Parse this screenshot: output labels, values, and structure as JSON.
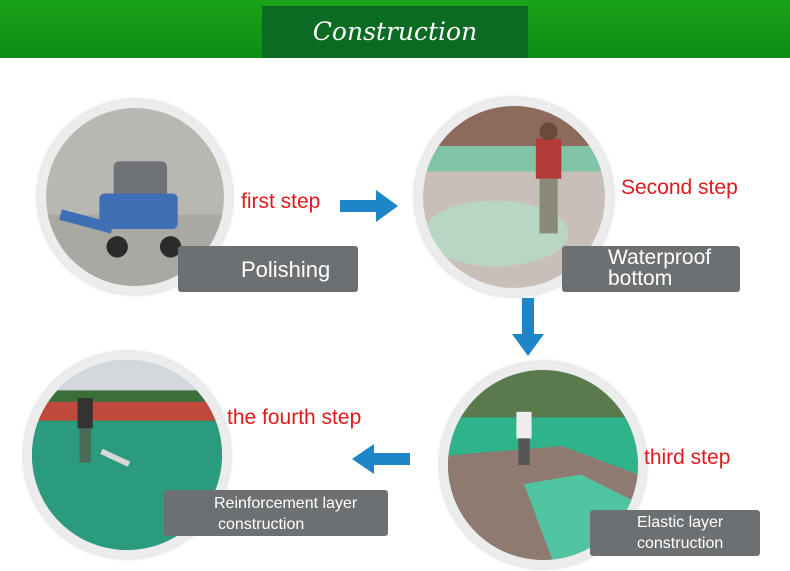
{
  "header": {
    "title": "Construction process"
  },
  "steps": [
    {
      "label": "first step",
      "caption_lines": [
        "Polishing"
      ]
    },
    {
      "label": "Second step",
      "caption_lines": [
        "Waterproof",
        "bottom"
      ]
    },
    {
      "label": "third step",
      "caption_lines": [
        "Elastic layer",
        "construction"
      ]
    },
    {
      "label": "the fourth step",
      "caption_lines": [
        "Reinforcement layer",
        "construction"
      ]
    }
  ],
  "colors": {
    "header_green": "#13981a",
    "title_box": "#0c6b22",
    "step_text": "#e01a1a",
    "arrow": "#1e86c8",
    "caption_bg": "#6d7072"
  }
}
